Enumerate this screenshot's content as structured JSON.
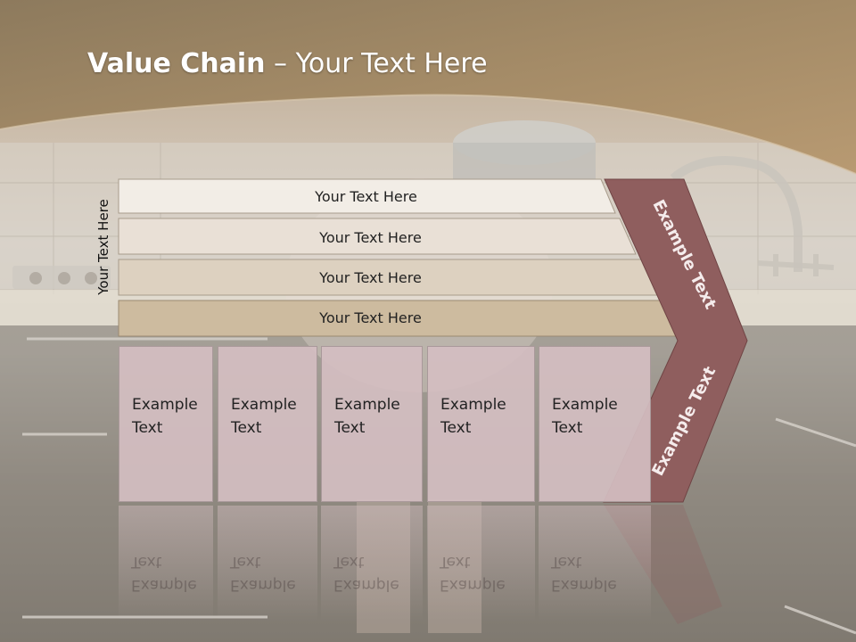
{
  "title": {
    "bold": "Value Chain",
    "rest": " – Your Text Here"
  },
  "side_label": "Your Text Here",
  "rows": [
    {
      "label": "Your Text Here"
    },
    {
      "label": "Your Text Here"
    },
    {
      "label": "Your Text Here"
    },
    {
      "label": "Your Text Here"
    }
  ],
  "cells": [
    {
      "label": "Example Text"
    },
    {
      "label": "Example Text"
    },
    {
      "label": "Example Text"
    },
    {
      "label": "Example Text"
    },
    {
      "label": "Example Text"
    }
  ],
  "chevron": {
    "upper_label": "Example Text",
    "lower_label": "Example Text"
  },
  "colors": {
    "row1": "#f2ede6",
    "row2": "#e9e0d6",
    "row3": "#ddd1c0",
    "row4": "#cdbb9f",
    "chevron": "#8f5e5e",
    "header": "#a5865f"
  }
}
